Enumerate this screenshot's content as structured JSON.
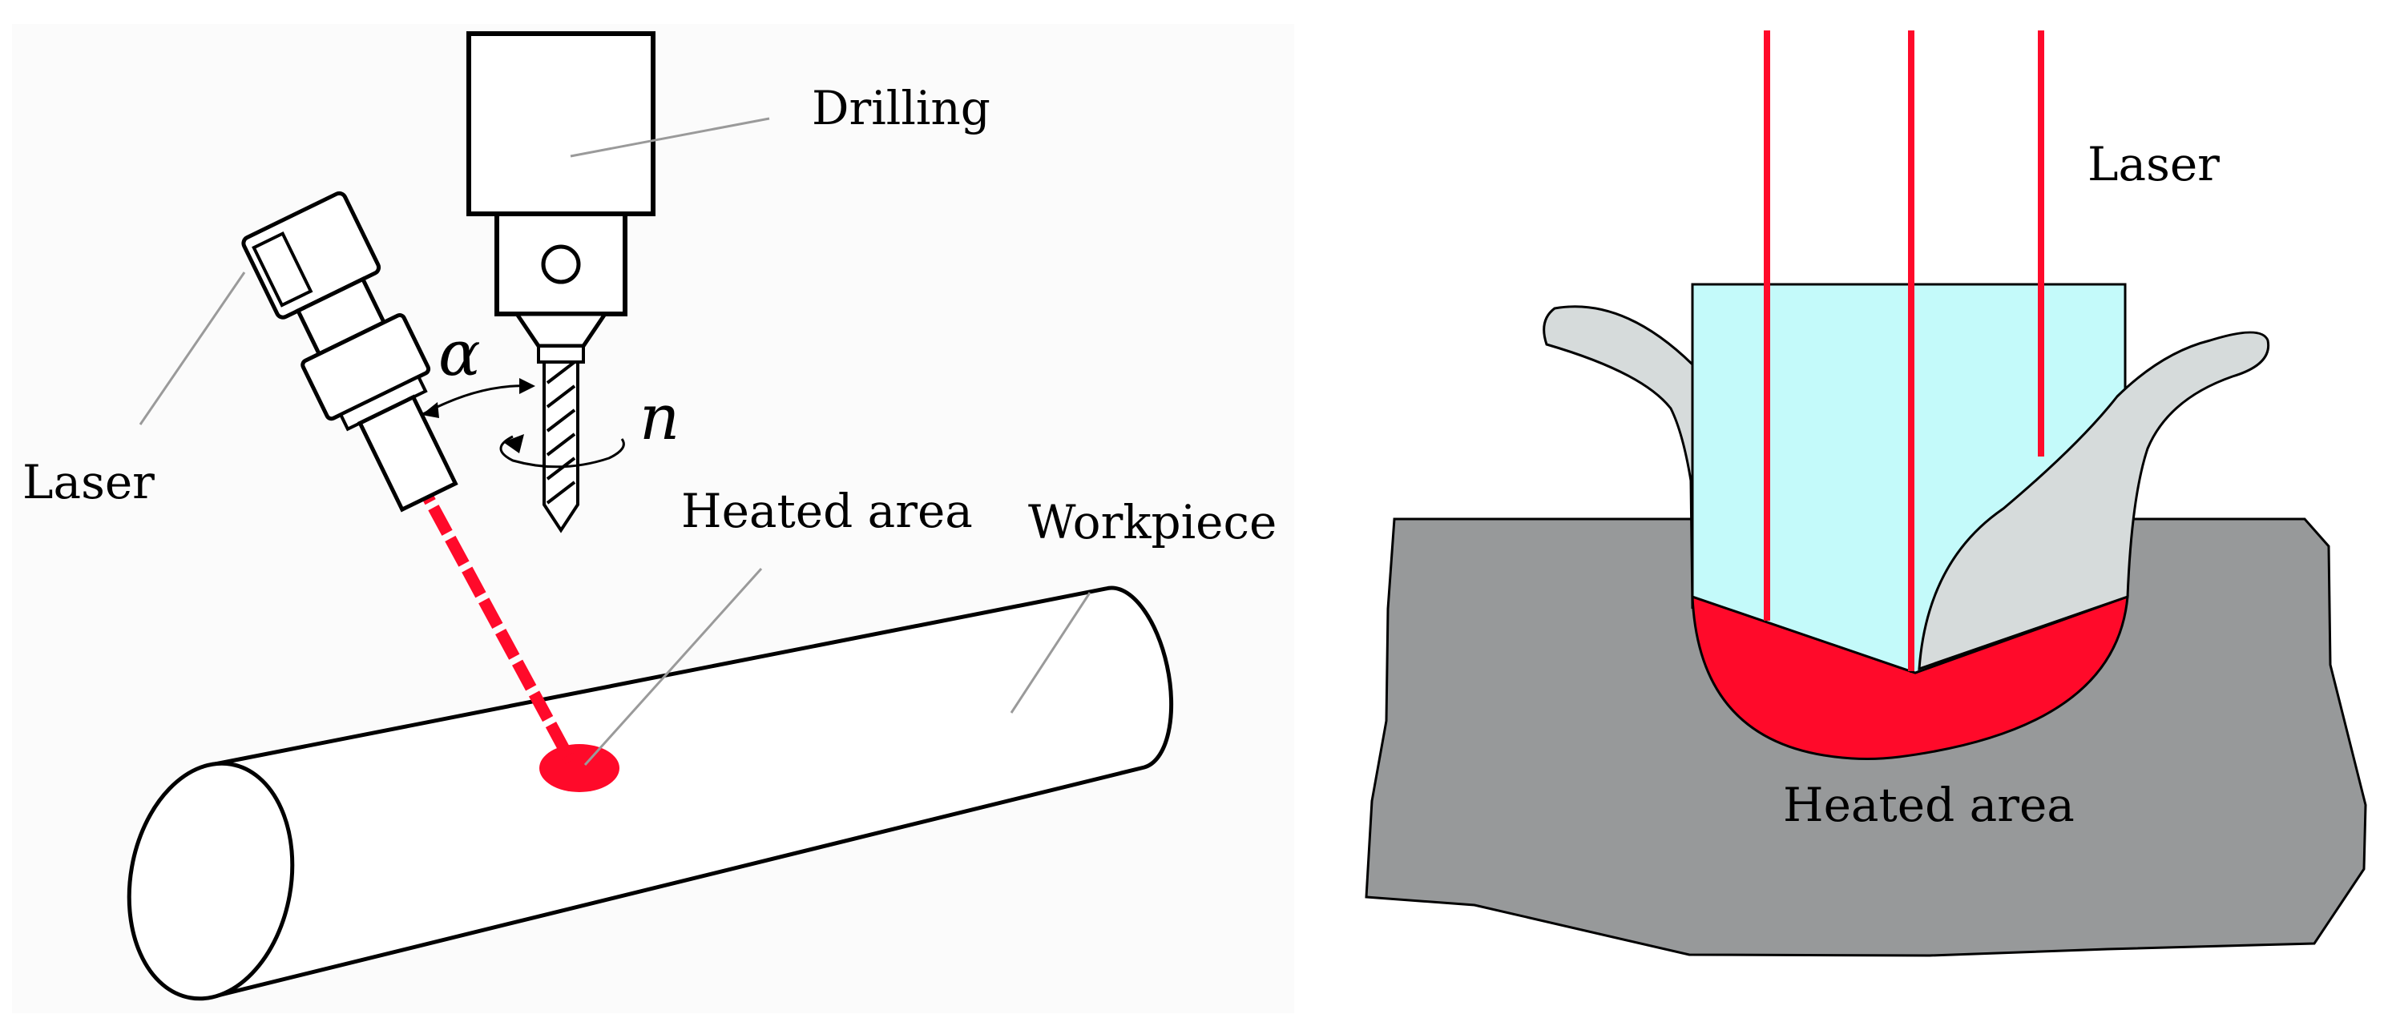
{
  "left_diagram": {
    "labels": {
      "drilling": "Drilling",
      "laser": "Laser",
      "heated_area": "Heated area",
      "workpiece": "Workpiece",
      "angle_symbol": "α",
      "rotation_symbol": "n"
    }
  },
  "right_diagram": {
    "labels": {
      "laser": "Laser",
      "heated_area": "Heated area"
    }
  },
  "colors": {
    "laser_red": "#ff0a2a",
    "heated_red": "#ff0a2a",
    "tool_cyan": "#c4fafa",
    "chip_gray": "#d6dbdb",
    "workpiece_gray": "#97999a",
    "outline": "#000000",
    "leader_line": "#9a9a9a"
  }
}
